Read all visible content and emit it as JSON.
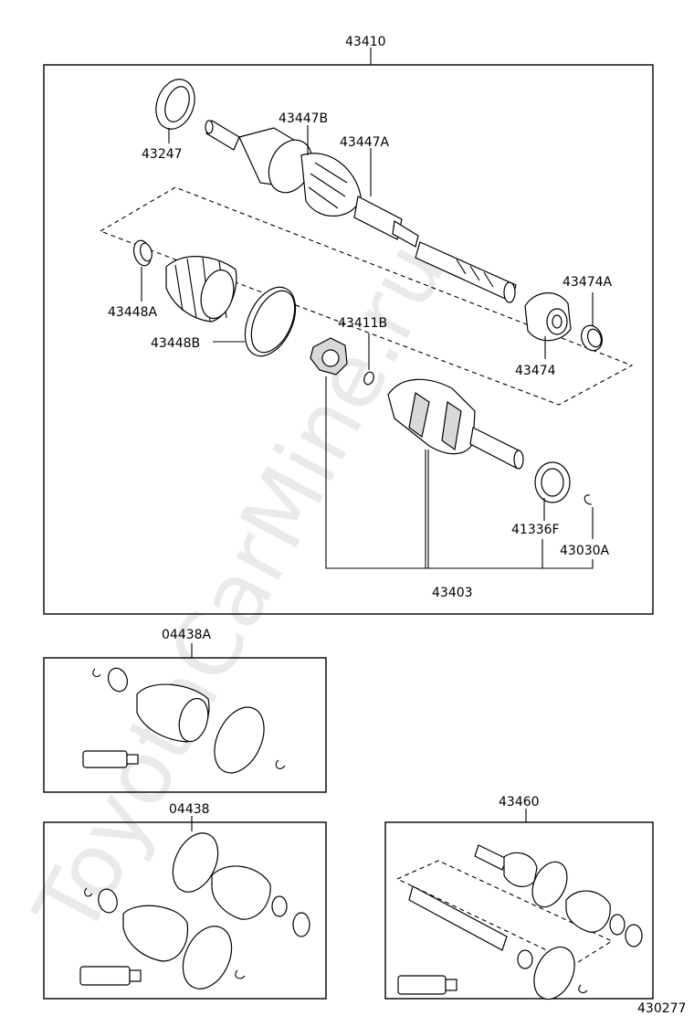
{
  "watermark": "ToyotaCarMine.ru",
  "diagram_id": "430277",
  "labels": {
    "p43410": "43410",
    "p43247": "43247",
    "p43447B": "43447B",
    "p43447A": "43447A",
    "p43448A": "43448A",
    "p43448B": "43448B",
    "p43411B": "43411B",
    "p43474A": "43474A",
    "p43474": "43474",
    "p41336F": "41336F",
    "p43030A": "43030A",
    "p43403": "43403",
    "p04438A": "04438A",
    "p04438": "04438",
    "p43460": "43460"
  }
}
